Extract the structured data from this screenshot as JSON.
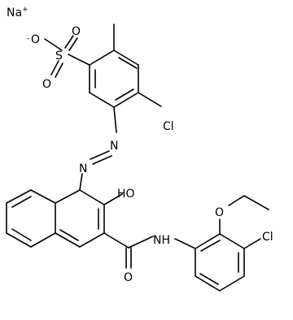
{
  "diagram": {
    "type": "chemical-structure",
    "atom_labels": {
      "sodium": "Na",
      "sodium_charge": "+",
      "sulfonate_oxygen_anion": "O",
      "sulfonate_charge": "-",
      "sulfonate_oxygen_top": "O",
      "sulfonate_oxygen_bottom": "O",
      "sulfur": "S",
      "chlorine_upper": "Cl",
      "azo_nitrogen_upper": "N",
      "azo_nitrogen_lower": "N",
      "hydroxyl": "HO",
      "amide_nitrogen": "NH",
      "carbonyl_oxygen": "O",
      "ether_oxygen": "O",
      "chlorine_lower": "Cl"
    },
    "colors": {
      "bond": "#000000",
      "label": "#000000",
      "background": "#ffffff"
    }
  }
}
